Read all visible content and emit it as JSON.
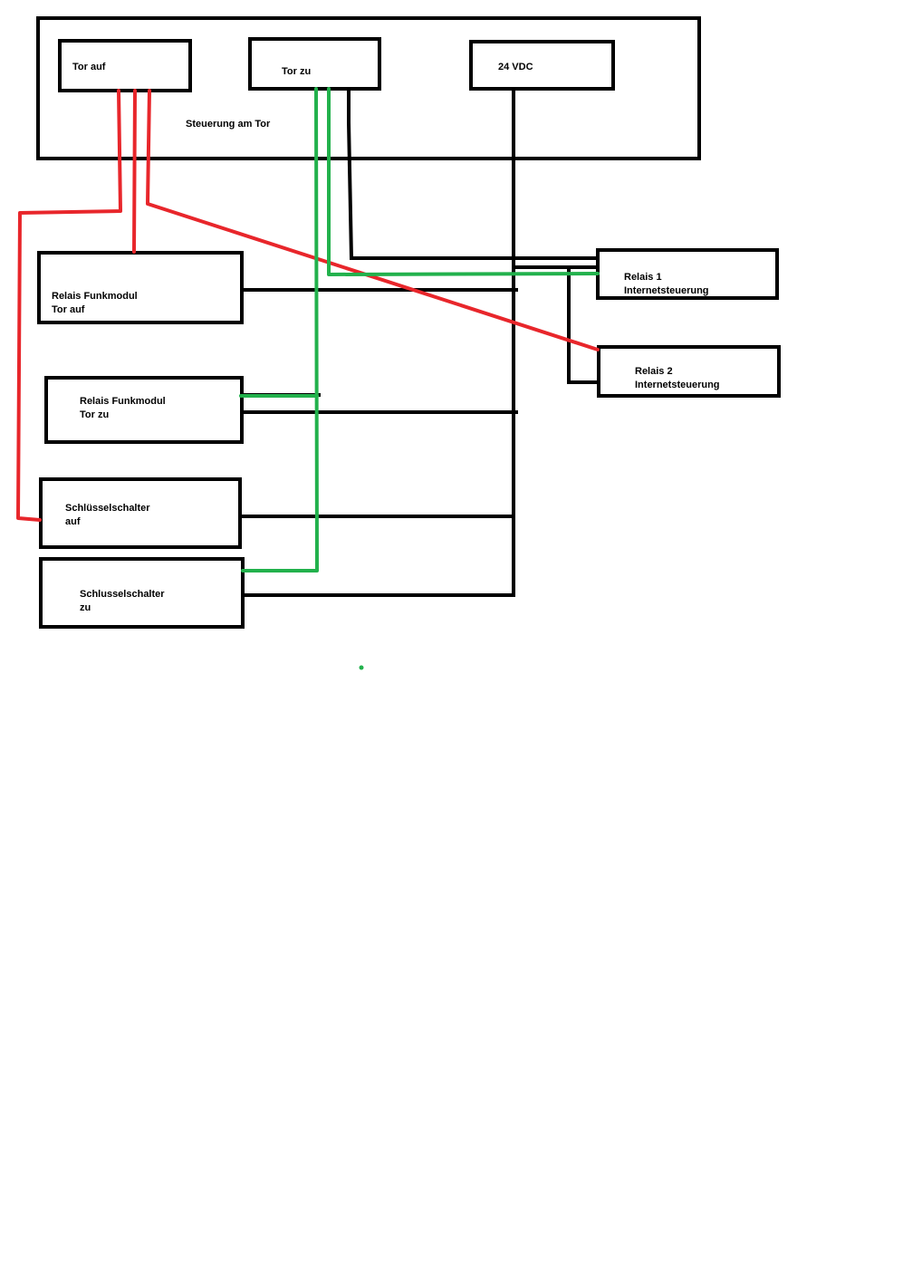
{
  "diagram": {
    "controller": {
      "title": "Steuerung am Tor",
      "tor_auf": "Tor auf",
      "tor_zu": "Tor zu",
      "vdc": "24 VDC"
    },
    "relais_funk_auf": {
      "line1": "Relais Funkmodul",
      "line2": "Tor auf"
    },
    "relais_funk_zu": {
      "line1": "Relais Funkmodul",
      "line2": "Tor zu"
    },
    "schluessel_auf": {
      "line1": "Schlüsselschalter",
      "line2": "auf"
    },
    "schluessel_zu": {
      "line1": "Schlusselschalter",
      "line2": "zu"
    },
    "relais1": {
      "line1": "Relais 1",
      "line2": "Internetsteuerung"
    },
    "relais2": {
      "line1": "Relais 2",
      "line2": "Internetsteuerung"
    },
    "colors": {
      "red_wire": "#e8262b",
      "green_wire": "#22b14c",
      "black_wire": "#000000"
    }
  }
}
